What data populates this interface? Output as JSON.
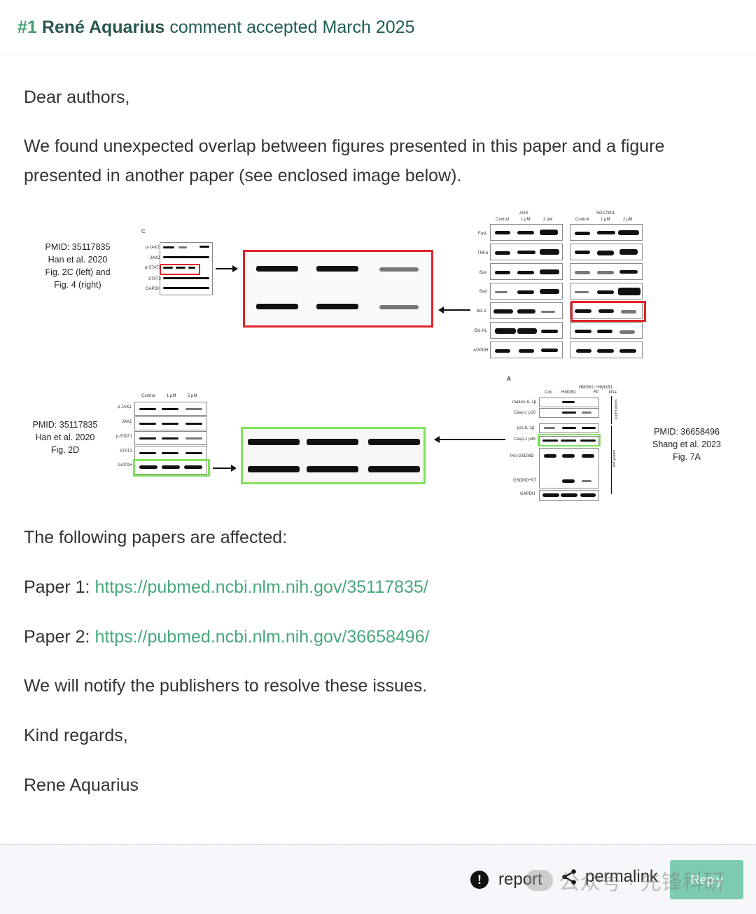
{
  "header": {
    "number": "#1",
    "author": "René Aquarius",
    "status": "comment accepted March 2025"
  },
  "comment": {
    "greeting": "Dear authors,",
    "para1_line1": "We found unexpected overlap between figures presented in this paper and a figure",
    "para1_line2": "presented in another paper (see enclosed image below).",
    "affected": "The following papers are affected:",
    "paper1_label": "Paper 1: ",
    "paper1_url": "https://pubmed.ncbi.nlm.nih.gov/35117835/",
    "paper2_label": "Paper 2: ",
    "paper2_url": "https://pubmed.ncbi.nlm.nih.gov/36658496/",
    "notify": "We will notify the publishers to resolve these issues.",
    "regards": "Kind regards,",
    "signature": "Rene Aquarius"
  },
  "figure": {
    "top_caption": [
      "PMID: 35117835",
      "Han et al. 2020",
      "Fig. 2C (left) and",
      "Fig. 4 (right)"
    ],
    "bottom_left_caption": [
      "PMID: 35117835",
      "Han et al. 2020",
      "Fig. 2D"
    ],
    "bottom_right_caption": [
      "PMID: 36658496",
      "Shang et al. 2023",
      "Fig. 7A"
    ],
    "panel_c_label": "C",
    "panel_a_label": "A",
    "top_left_rows": [
      "p-JAK2",
      "JAK2",
      "p-STAT3",
      "STAT3",
      "GAPDH"
    ],
    "top_right_groups": [
      "AGS",
      "SGC7901"
    ],
    "top_right_cols": [
      "Control",
      "1 μM",
      "2 μM"
    ],
    "top_right_rows": [
      "FasL",
      "TNFα",
      "Bax",
      "Bad",
      "Bcl-2",
      "Bcl-XL",
      "AGPDH"
    ],
    "bottom_left_cols": [
      "Control",
      "1 μM",
      "5 μM"
    ],
    "bottom_left_rows": [
      "p-JAK1",
      "JAK1",
      "p-STAT1",
      "STAT1",
      "GAPDH"
    ],
    "bottom_right_cols": [
      "Con",
      "HMGB1",
      "HMGB1 +HMGB1 Ab",
      "kDa"
    ],
    "bottom_right_rows": [
      "mature IL-1β",
      "Casp-1 p10",
      "pro-IL-1β",
      "Casp-1 p45",
      "Pro-GSDMD",
      "GSDMD^NT",
      "GAPDH"
    ],
    "bottom_right_side": [
      "supernatants",
      "cell lysates"
    ]
  },
  "footer": {
    "report_label": "report",
    "permalink_label": "permalink",
    "reply_label": "Reply"
  },
  "watermark": {
    "text": "公众号 · 先锋科研"
  }
}
